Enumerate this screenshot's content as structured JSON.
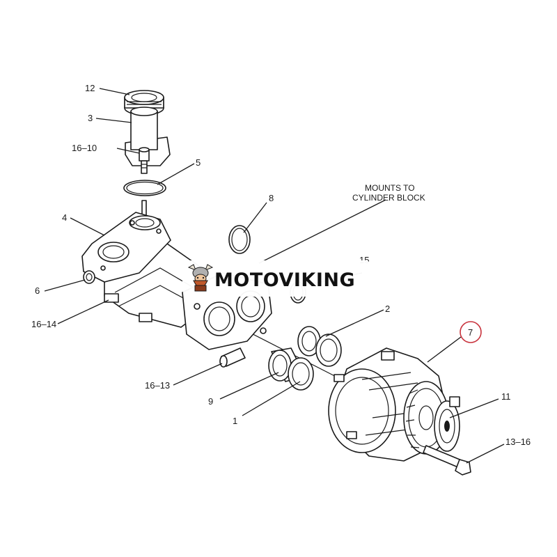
{
  "callouts": {
    "c12": "12",
    "c3": "3",
    "c16_10": "16–10",
    "c5": "5",
    "c4": "4",
    "c8": "8",
    "c6": "6",
    "c16_14": "16–14",
    "c15": "15",
    "c2": "2",
    "c7": "7",
    "c16_13": "16–13",
    "c9": "9",
    "c1": "1",
    "c11": "11",
    "c13_16": "13–16"
  },
  "note": {
    "line1": "MOUNTS TO",
    "line2": "CYLINDER BLOCK"
  },
  "watermark": {
    "text": "MOTOVIKING"
  },
  "colors": {
    "line": "#1a1a1a",
    "highlight_circle": "#c8323c",
    "watermark_bg": "#ffffff"
  }
}
